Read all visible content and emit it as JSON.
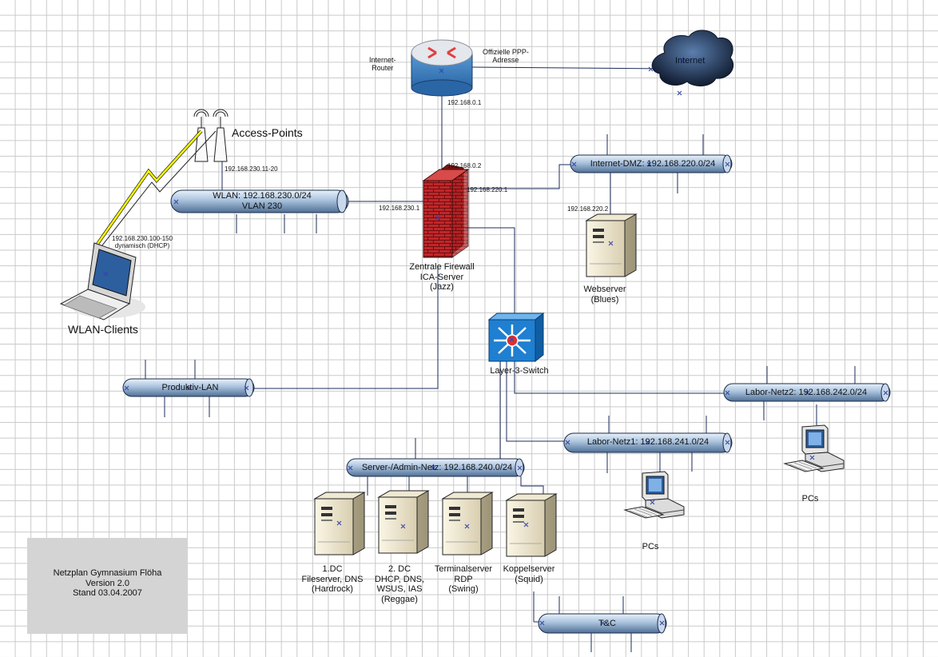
{
  "colors": {
    "bus_fill": "#a9c2dd",
    "bus_dark": "#4f6f95",
    "bus_outline": "#1b2d4a",
    "line": "#1c2e5c",
    "firewall": "#b22222",
    "router_top": "#e4e7ec",
    "router_base": "#3d7fc1",
    "switch": "#1f7fd0",
    "cloud": "#1a2c48",
    "legend_bg": "#d4d4d4",
    "lightning": "#ffff00"
  },
  "router": {
    "label_line1": "Internet-",
    "label_line2": "Router",
    "ip": "192.168.0.1"
  },
  "ppp": {
    "label_line1": "Offizielle PPP-",
    "label_line2": "Adresse"
  },
  "cloud": {
    "label": "Internet"
  },
  "access_points": {
    "label": "Access-Points",
    "ip": "192.168.230.11-20"
  },
  "wlan_bus": {
    "line1": "WLAN: 192.168.230.0/24",
    "line2": "VLAN 230"
  },
  "wlan_clients": {
    "label": "WLAN-Clients",
    "ip_line1": "192.168.230.100-150",
    "ip_line2": "dynamisch (DHCP)"
  },
  "firewall": {
    "ip_top": "192.168.0.2",
    "ip_dmz": "192.168.220.1",
    "ip_wlan": "192.168.230.1",
    "label_line1": "Zentrale Firewall",
    "label_line2": "ICA-Server",
    "label_line3": "(Jazz)"
  },
  "dmz_bus": {
    "label": "Internet-DMZ: 192.168.220.0/24"
  },
  "webserver": {
    "ip": "192.168.220.2",
    "label_line1": "Webserver",
    "label_line2": "(Blues)"
  },
  "switch": {
    "label": "Layer-3-Switch"
  },
  "produktiv_bus": {
    "label": "Produktiv-LAN"
  },
  "labor2_bus": {
    "label": "Labor-Netz2: 192.168.242.0/24"
  },
  "labor1_bus": {
    "label": "Labor-Netz1: 192.168.241.0/24"
  },
  "server_bus": {
    "label": "Server-/Admin-Netz: 192.168.240.0/24"
  },
  "pcs_right": {
    "label": "PCs"
  },
  "pcs_mid": {
    "label": "PCs"
  },
  "servers": [
    {
      "line1": "1.DC",
      "line2": "Fileserver, DNS",
      "line3": "(Hardrock)",
      "line4": ""
    },
    {
      "line1": "2. DC",
      "line2": "DHCP, DNS,",
      "line3": "WSUS, IAS",
      "line4": "(Reggae)"
    },
    {
      "line1": "Terminalserver",
      "line2": "RDP",
      "line3": "(Swing)",
      "line4": ""
    },
    {
      "line1": "Koppelserver",
      "line2": "(Squid)",
      "line3": "",
      "line4": ""
    }
  ],
  "tc_bus": {
    "label": "T&C"
  },
  "legend": {
    "line1": "Netzplan Gymnasium Flöha",
    "line2": "Version 2.0",
    "line3": "Stand 03.04.2007"
  }
}
